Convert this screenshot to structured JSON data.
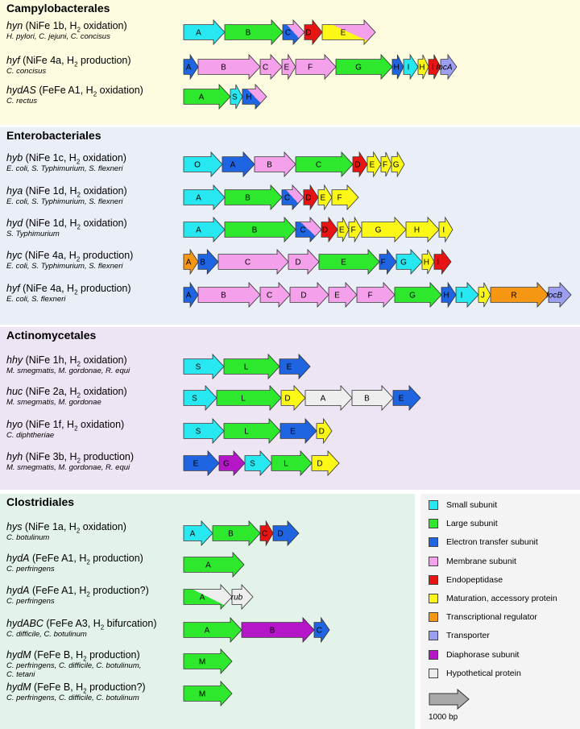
{
  "colors": {
    "cyan": "#27e8f0",
    "green": "#2ee82e",
    "blue": "#1f64e0",
    "pink": "#f5a0ea",
    "red": "#e81414",
    "yellow": "#fbf716",
    "orange": "#f59712",
    "lavender": "#9c9ef2",
    "purple": "#b416c8",
    "grey": "#eeeeee",
    "scale": "#a9a9a9",
    "panel_campy": "#fdfce0",
    "panel_entero": "#eaeef7",
    "panel_actino": "#ede5f3",
    "panel_clostr": "#e3f3ea"
  },
  "panels": [
    {
      "title": "Campylobacterales",
      "rows": [
        {
          "gene": "hyn",
          "desc": "(NiFe 1b, H",
          "sub": "2",
          "desc2": " oxidation)",
          "species": "H. pylori, C. jejuni, C. concisus",
          "genes": [
            [
              "A",
              "cyan"
            ],
            [
              "B",
              "green"
            ],
            [
              "C",
              "blue",
              "pink"
            ],
            [
              "D",
              "red"
            ],
            [
              "E",
              "yellow",
              "pink"
            ]
          ]
        },
        {
          "gene": "hyf",
          "desc": "(NiFe 4a, H",
          "sub": "2",
          "desc2": " production)",
          "species": "C. concisus",
          "genes": [
            [
              "A",
              "blue"
            ],
            [
              "B",
              "pink"
            ],
            [
              "C",
              "pink"
            ],
            [
              "E",
              "pink"
            ],
            [
              "F",
              "pink"
            ],
            [
              "G",
              "green"
            ],
            [
              "H",
              "blue"
            ],
            [
              "I",
              "cyan"
            ],
            [
              "H",
              "yellow"
            ],
            [
              "I",
              "red"
            ],
            [
              "focA",
              "lavender"
            ]
          ]
        },
        {
          "gene": "hydAS",
          "desc": "(FeFe A1, H",
          "sub": "2",
          "desc2": " oxidation)",
          "species": "C. rectus",
          "genes": [
            [
              "A",
              "green"
            ],
            [
              "S",
              "cyan"
            ],
            [
              "H",
              "blue",
              "pink"
            ]
          ]
        }
      ]
    },
    {
      "title": "Enterobacteriales",
      "rows": [
        {
          "gene": "hyb",
          "desc": "(NiFe 1c, H",
          "sub": "2",
          "desc2": " oxidation)",
          "species": "E. coli, S. Typhimurium, S. flexneri",
          "genes": [
            [
              "O",
              "cyan"
            ],
            [
              "A",
              "blue"
            ],
            [
              "B",
              "pink"
            ],
            [
              "C",
              "green"
            ],
            [
              "D",
              "red"
            ],
            [
              "E",
              "yellow"
            ],
            [
              "F",
              "yellow"
            ],
            [
              "G",
              "yellow"
            ]
          ]
        },
        {
          "gene": "hya",
          "desc": "(NiFe 1d, H",
          "sub": "2",
          "desc2": " oxidation)",
          "species": "E. coli, S. Typhimurium, S. flexneri",
          "genes": [
            [
              "A",
              "cyan"
            ],
            [
              "B",
              "green"
            ],
            [
              "C",
              "blue",
              "pink"
            ],
            [
              "D",
              "red"
            ],
            [
              "E",
              "yellow"
            ],
            [
              "F",
              "yellow"
            ]
          ]
        },
        {
          "gene": "hyd",
          "desc": "(NiFe 1d, H",
          "sub": "2",
          "desc2": " oxidation)",
          "species": "S. Typhimurium",
          "genes": [
            [
              "A",
              "cyan"
            ],
            [
              "B",
              "green"
            ],
            [
              "C",
              "blue",
              "pink"
            ],
            [
              "D",
              "red"
            ],
            [
              "E",
              "yellow"
            ],
            [
              "F",
              "yellow"
            ],
            [
              "G",
              "yellow"
            ],
            [
              "H",
              "yellow"
            ],
            [
              "I",
              "yellow"
            ]
          ]
        },
        {
          "gene": "hyc",
          "desc": "(NiFe 4a, H",
          "sub": "2",
          "desc2": " production)",
          "species": "E. coli, S. Typhimurium, S. flexneri",
          "genes": [
            [
              "A",
              "orange"
            ],
            [
              "B",
              "blue"
            ],
            [
              "C",
              "pink"
            ],
            [
              "D",
              "pink"
            ],
            [
              "E",
              "green"
            ],
            [
              "F",
              "blue"
            ],
            [
              "G",
              "cyan"
            ],
            [
              "H",
              "yellow"
            ],
            [
              "I",
              "red"
            ]
          ]
        },
        {
          "gene": "hyf",
          "desc": "(NiFe 4a, H",
          "sub": "2",
          "desc2": " production)",
          "species": "E. coli, S. flexneri",
          "genes": [
            [
              "A",
              "blue"
            ],
            [
              "B",
              "pink"
            ],
            [
              "C",
              "pink"
            ],
            [
              "D",
              "pink"
            ],
            [
              "E",
              "pink"
            ],
            [
              "F",
              "pink"
            ],
            [
              "G",
              "green"
            ],
            [
              "H",
              "blue"
            ],
            [
              "I",
              "cyan"
            ],
            [
              "J",
              "yellow"
            ],
            [
              "R",
              "orange"
            ],
            [
              "focB",
              "lavender"
            ]
          ]
        }
      ]
    },
    {
      "title": "Actinomycetales",
      "rows": [
        {
          "gene": "hhy",
          "desc": "(NiFe 1h, H",
          "sub": "2",
          "desc2": " oxidation)",
          "species": "M. smegmatis, M. gordonae, R. equi",
          "genes": [
            [
              "S",
              "cyan"
            ],
            [
              "L",
              "green"
            ],
            [
              "E",
              "blue"
            ]
          ]
        },
        {
          "gene": "huc",
          "desc": "(NiFe 2a, H",
          "sub": "2",
          "desc2": " oxidation)",
          "species": "M. smegmatis, M. gordonae",
          "genes": [
            [
              "S",
              "cyan"
            ],
            [
              "L",
              "green"
            ],
            [
              "D",
              "yellow"
            ],
            [
              "A",
              "grey"
            ],
            [
              "B",
              "grey"
            ],
            [
              "E",
              "blue"
            ]
          ]
        },
        {
          "gene": "hyo",
          "desc": "(NiFe 1f, H",
          "sub": "2",
          "desc2": " oxidation)",
          "species": "C. diphtheriae",
          "genes": [
            [
              "S",
              "cyan"
            ],
            [
              "L",
              "green"
            ],
            [
              "E",
              "blue"
            ],
            [
              "D",
              "yellow"
            ]
          ]
        },
        {
          "gene": "hyh",
          "desc": "(NiFe 3b, H",
          "sub": "2",
          "desc2": " production)",
          "species": "M. smegmatis, M. gordonae, R. equi",
          "genes": [
            [
              "E",
              "blue"
            ],
            [
              "G",
              "purple"
            ],
            [
              "S",
              "cyan"
            ],
            [
              "L",
              "green"
            ],
            [
              "D",
              "yellow"
            ]
          ]
        }
      ]
    },
    {
      "title": "Clostridiales",
      "rows": [
        {
          "gene": "hys",
          "desc": "(NiFe 1a, H",
          "sub": "2",
          "desc2": " oxidation)",
          "species": "C. botulinum",
          "genes": [
            [
              "A",
              "cyan"
            ],
            [
              "B",
              "green"
            ],
            [
              "C",
              "red"
            ],
            [
              "D",
              "blue"
            ]
          ]
        },
        {
          "gene": "hydA",
          "desc": "(FeFe A1, H",
          "sub": "2",
          "desc2": " production)",
          "species": "C. perfringens",
          "genes": [
            [
              "A",
              "green"
            ]
          ]
        },
        {
          "gene": "hydA",
          "desc": "(FeFe A1, H",
          "sub": "2",
          "desc2": " production?)",
          "species": "C. perfringens",
          "genes": [
            [
              "A",
              "green",
              "grey"
            ],
            [
              "rub",
              "grey"
            ]
          ]
        },
        {
          "gene": "hydABC",
          "desc": "(FeFe A3, H",
          "sub": "2",
          "desc2": " bifurcation)",
          "species": "C. difficile, C. botulinum",
          "genes": [
            [
              "A",
              "green"
            ],
            [
              "B",
              "purple"
            ],
            [
              "C",
              "blue"
            ]
          ]
        },
        {
          "gene": "hydM",
          "desc": "(FeFe B, H",
          "sub": "2",
          "desc2": " production)",
          "species": "C. perfringens, C. difficile, C. botulinum,",
          "species2": "C. tetani",
          "genes": [
            [
              "M",
              "green"
            ]
          ]
        },
        {
          "gene": "hydM",
          "desc": "(FeFe B, H",
          "sub": "2",
          "desc2": " production?)",
          "species": "C. perfringens, C. difficile, C. botulinum",
          "genes": [
            [
              "M",
              "green"
            ]
          ]
        }
      ]
    }
  ],
  "legend": {
    "items": [
      {
        "label": "Small subunit",
        "color": "cyan"
      },
      {
        "label": "Large subunit",
        "color": "green"
      },
      {
        "label": "Electron transfer subunit",
        "color": "blue"
      },
      {
        "label": "Membrane subunit",
        "color": "pink"
      },
      {
        "label": "Endopeptidase",
        "color": "red"
      },
      {
        "label": "Maturation, accessory protein",
        "color": "yellow"
      },
      {
        "label": "Transcriptional regulator",
        "color": "orange"
      },
      {
        "label": "Transporter",
        "color": "lavender"
      },
      {
        "label": "Diaphorase subunit",
        "color": "purple"
      },
      {
        "label": "Hypothetical protein",
        "color": "grey"
      }
    ],
    "scale_label": "1000 bp"
  }
}
